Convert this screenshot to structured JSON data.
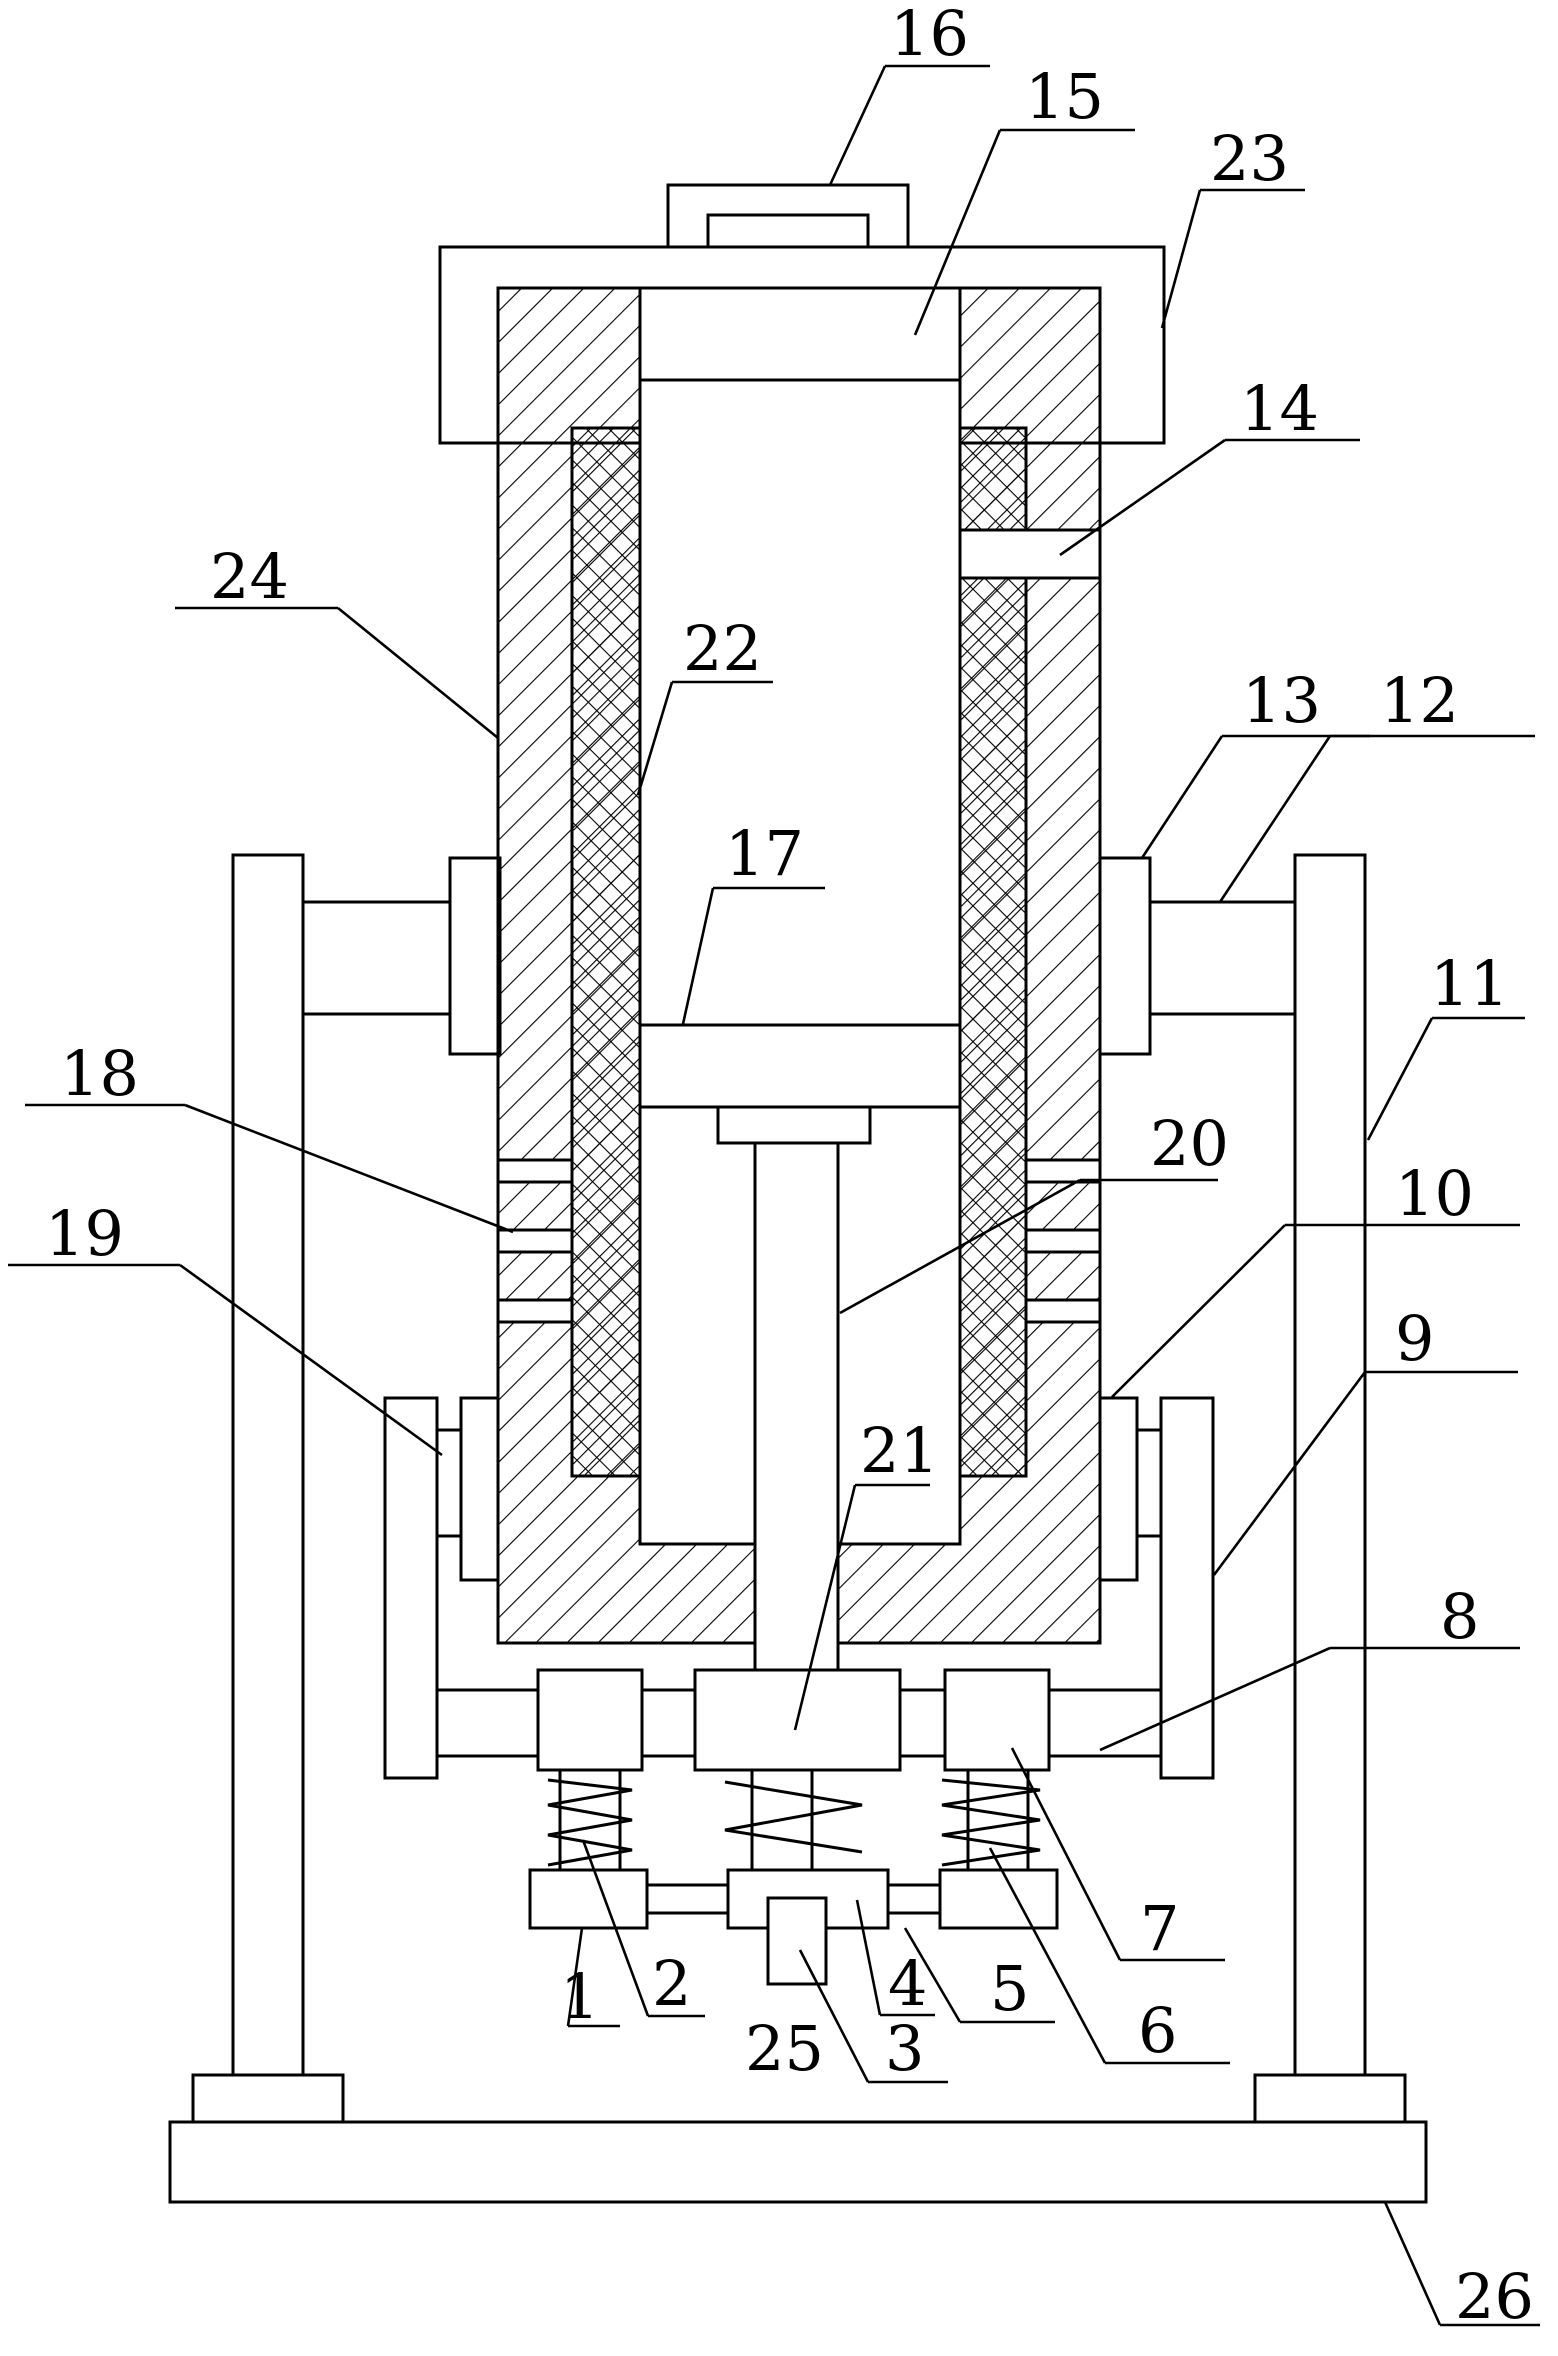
{
  "labels": {
    "l1": "1",
    "l2": "2",
    "l3": "3",
    "l4": "4",
    "l5": "5",
    "l6": "6",
    "l7": "7",
    "l8": "8",
    "l9": "9",
    "l10": "10",
    "l11": "11",
    "l12": "12",
    "l13": "13",
    "l14": "14",
    "l15": "15",
    "l16": "16",
    "l17": "17",
    "l18": "18",
    "l19": "19",
    "l20": "20",
    "l21": "21",
    "l22": "22",
    "l23": "23",
    "l24": "24",
    "l25": "25",
    "l26": "26"
  },
  "colors": {
    "line": "#000000",
    "background": "#ffffff"
  }
}
